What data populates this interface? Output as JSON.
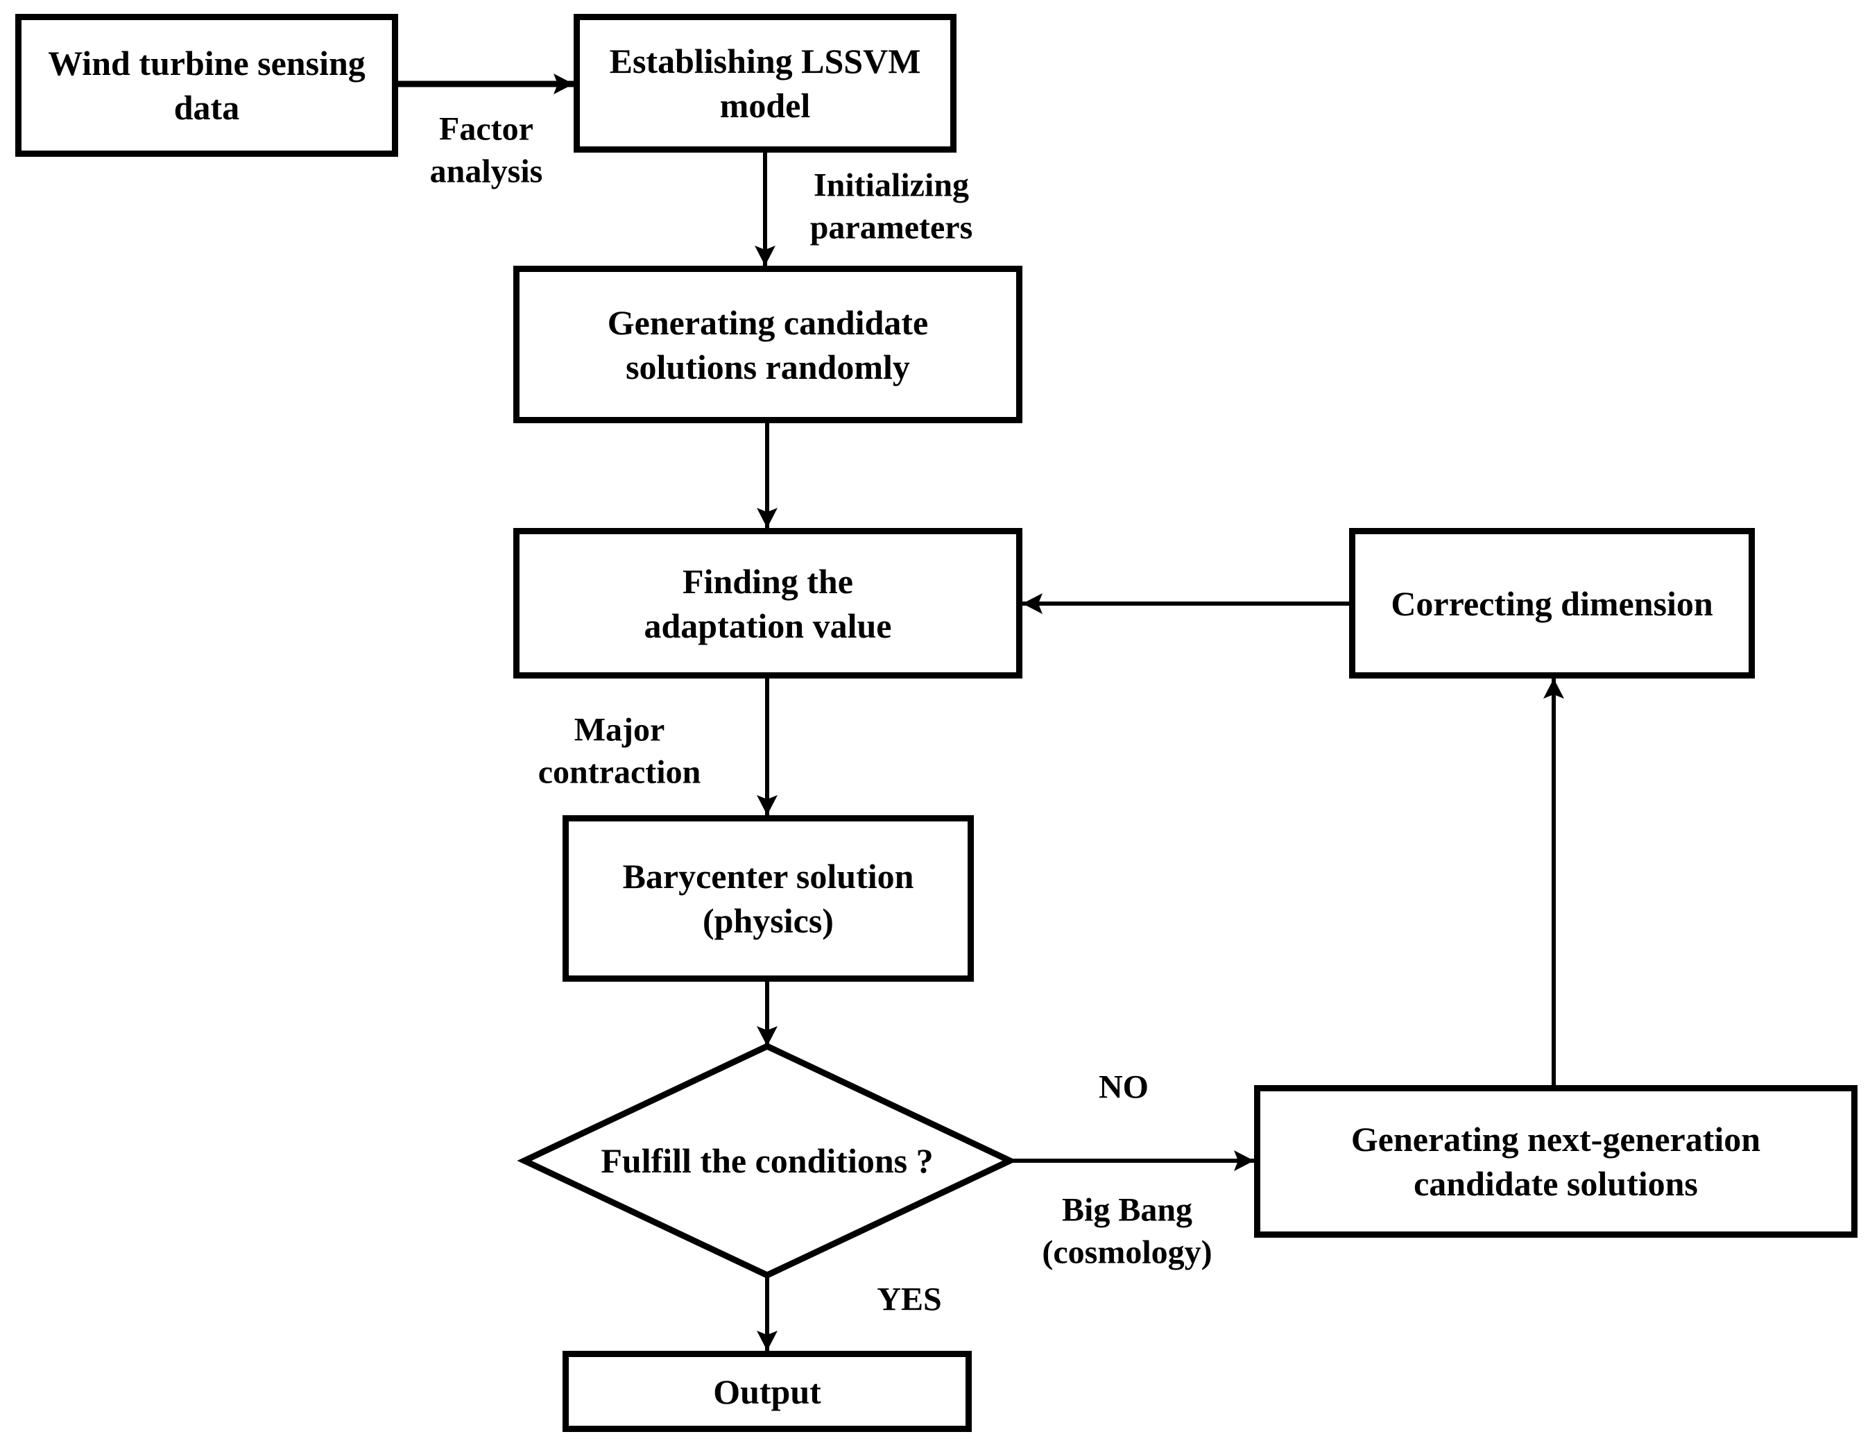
{
  "diagram": {
    "colors": {
      "background": "#ffffff",
      "line": "#000000",
      "text": "#000000"
    },
    "nodes": {
      "wind": {
        "label": "Wind turbine sensing\ndata"
      },
      "lssvm": {
        "label": "Establishing LSSVM\nmodel"
      },
      "generate": {
        "label": "Generating candidate\nsolutions randomly"
      },
      "finding": {
        "label": "Finding the\nadaptation value"
      },
      "correcting": {
        "label": "Correcting dimension"
      },
      "barycenter": {
        "label": "Barycenter solution\n(physics)"
      },
      "decision": {
        "label": "Fulfill the conditions ?"
      },
      "nextgen": {
        "label": "Generating next-generation\ncandidate solutions"
      },
      "output": {
        "label": "Output"
      }
    },
    "edges": [
      {
        "from": "wind",
        "to": "lssvm",
        "label": "Factor\nanalysis"
      },
      {
        "from": "lssvm",
        "to": "generate",
        "label": "Initializing\nparameters"
      },
      {
        "from": "generate",
        "to": "finding"
      },
      {
        "from": "finding",
        "to": "barycenter",
        "label": "Major\ncontraction"
      },
      {
        "from": "barycenter",
        "to": "decision"
      },
      {
        "from": "decision",
        "to": "output",
        "label": "YES"
      },
      {
        "from": "decision",
        "to": "nextgen",
        "label": "NO",
        "sublabel": "Big Bang\n(cosmology)"
      },
      {
        "from": "nextgen",
        "to": "correcting"
      },
      {
        "from": "correcting",
        "to": "finding"
      }
    ]
  }
}
